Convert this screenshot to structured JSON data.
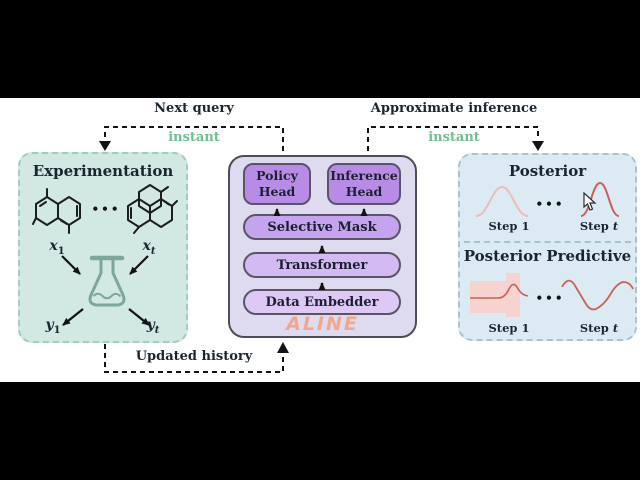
{
  "colors": {
    "letterbox": "#000000",
    "canvas_bg": "#ffffff",
    "experimentation_bg": "#d2e8e2",
    "experimentation_border": "#a0ccc2",
    "aline_bg": "#dedaf0",
    "aline_border": "#4d4d58",
    "head_fill": "#b88ce6",
    "selective_mask_fill": "#c5a3ee",
    "transformer_fill": "#d3baf2",
    "data_embedder_fill": "#dec9f6",
    "aline_wordmark_color": "#f2a78c",
    "instant_green": "#6fc08f",
    "posterior_bg": "#dcebf3",
    "posterior_border": "#a7c3cf",
    "curve_light_pink": "#eebcb6",
    "curve_dark_red": "#cc5f57",
    "uncertainty_band_pink": "#f6d3cf",
    "flask_stroke": "#7da69d",
    "text_dark": "#1b2532"
  },
  "connectors": {
    "next_query": {
      "label": "Next query",
      "instant": "instant"
    },
    "approximate_inference": {
      "label": "Approximate inference",
      "instant": "instant"
    },
    "updated_history": {
      "label": "Updated history"
    }
  },
  "experimentation": {
    "title": "Experimentation",
    "ellipsis": "•••",
    "x1": {
      "base": "x",
      "sub": "1"
    },
    "xt": {
      "base": "x",
      "sub": "t"
    },
    "y1": {
      "base": "y",
      "sub": "1"
    },
    "yt": {
      "base": "y",
      "sub": "t"
    },
    "icons": {
      "molecule_1": "molecule-structure",
      "molecule_2": "molecule-structure",
      "flask": "erlenmeyer-flask"
    }
  },
  "aline": {
    "wordmark": "ALINE",
    "blocks": {
      "policy_head": "Policy Head",
      "inference_head": "Inference Head",
      "selective_mask": "Selective Mask",
      "transformer": "Transformer",
      "data_embedder": "Data Embedder"
    }
  },
  "results": {
    "posterior": {
      "title": "Posterior",
      "ellipsis": "•••",
      "step_1": "Step 1",
      "step_t_base": "Step ",
      "step_t_it": "t",
      "icons": {
        "curve_1": "wide-bell-curve",
        "curve_2": "narrow-bell-curve",
        "cursor": "mouse-cursor"
      }
    },
    "posterior_predictive": {
      "title": "Posterior Predictive",
      "ellipsis": "•••",
      "step_1": "Step 1",
      "step_t_base": "Step ",
      "step_t_it": "t",
      "icons": {
        "left": "uncertainty-band-plot",
        "right": "wave-curve"
      }
    }
  }
}
